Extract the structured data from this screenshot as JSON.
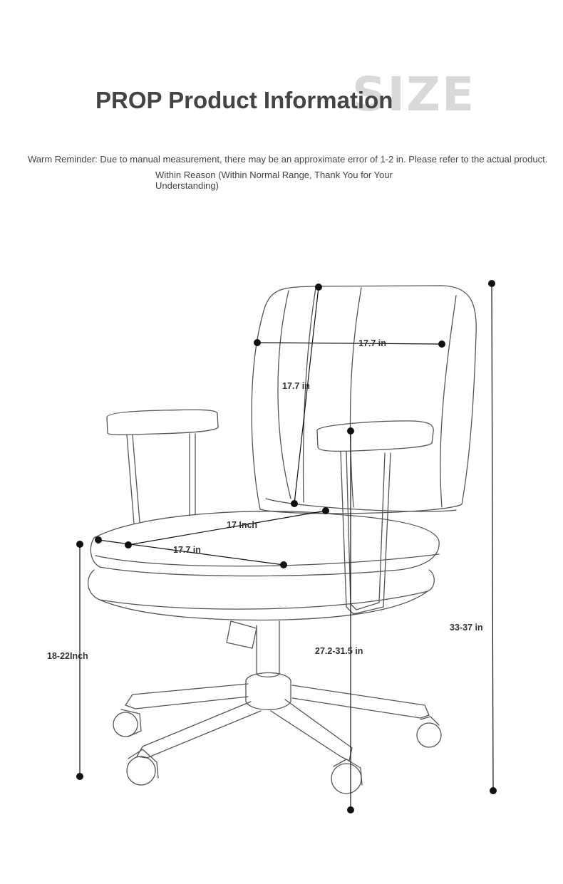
{
  "header": {
    "title": "PROP Product Information",
    "watermark": "SIZE"
  },
  "notice": {
    "line1": "Warm Reminder: Due to manual measurement, there may be an approximate error of 1-2 in. Please refer to the actual product.",
    "line2": "Within Reason (Within Normal Range, Thank You for Your Understanding)"
  },
  "dimensions": {
    "back_width": "17.7 in",
    "back_height": "17.7 in",
    "seat_width": "17 Inch",
    "seat_depth": "17.7 in",
    "seat_height": "18-22Inch",
    "armrest_height": "27.2-31.5 in",
    "overall_height": "33-37 in"
  }
}
